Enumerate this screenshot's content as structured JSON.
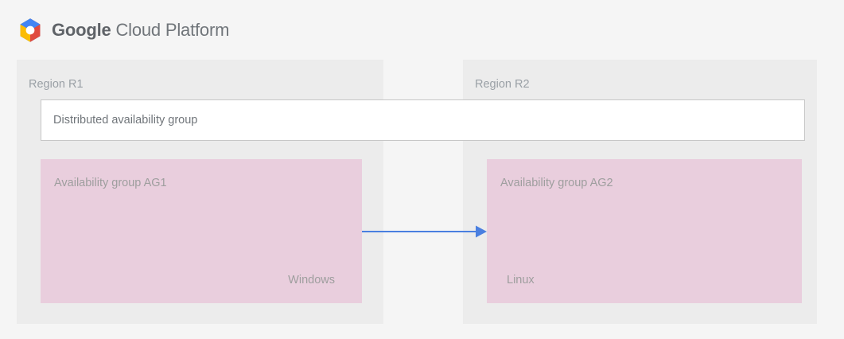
{
  "brand": {
    "logo_icon": "google-cloud-platform-logo-icon",
    "name_strong": "Google",
    "name_light": " Cloud Platform",
    "logo_colors": {
      "blue": "#4285f4",
      "red": "#e04a3f",
      "yellow": "#fbbc04",
      "center": "#ffffff"
    }
  },
  "diagram": {
    "background": "#f5f5f5",
    "region_background": "#ececec",
    "ag_background": "#e9cedd",
    "dag_background": "#ffffff",
    "dag_border": "#c7c7c7",
    "arrow_color": "#4a7fe0",
    "regions": [
      {
        "id": "r1",
        "label": "Region R1",
        "availability_group": {
          "title": "Availability group AG1",
          "os_label": "Windows"
        }
      },
      {
        "id": "r2",
        "label": "Region R2",
        "availability_group": {
          "title": "Availability group AG2",
          "os_label": "Linux"
        }
      }
    ],
    "distributed_group": {
      "label": "Distributed availability group"
    },
    "connector": {
      "icon": "arrow-right-icon",
      "direction": "left-to-right",
      "from": "Availability group AG1",
      "to": "Availability group AG2"
    }
  }
}
